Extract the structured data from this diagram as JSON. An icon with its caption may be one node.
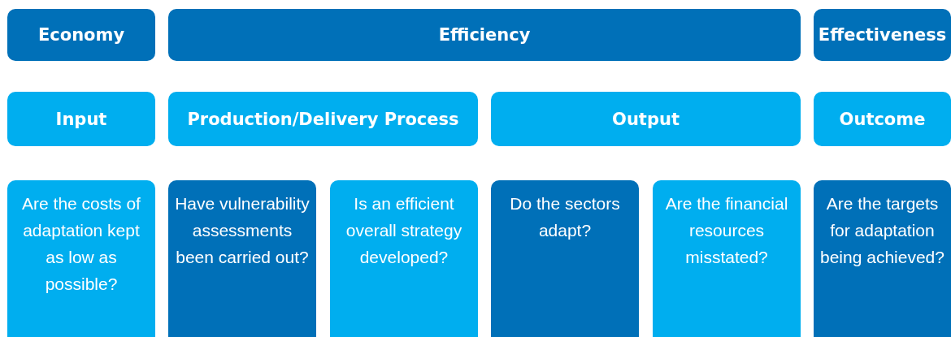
{
  "diagram": {
    "nodes": [
      {
        "text": [
          "Economy"
        ]
      },
      {
        "text": [
          "Efficiency"
        ]
      },
      {
        "text": [
          "Effectiveness"
        ]
      },
      {
        "text": [
          "Input"
        ]
      },
      {
        "text": [
          "Production/Delivery Process"
        ]
      },
      {
        "text": [
          "Output"
        ]
      },
      {
        "text": [
          "Outcome"
        ]
      },
      {
        "text": [
          "Are the costs of adaptation kept as low as possible?"
        ]
      },
      {
        "text": [
          "Have vulnerability assessments been carried out?"
        ]
      },
      {
        "text": [
          "Is an efficient overall strategy developed?"
        ]
      },
      {
        "text": [
          "Do the sectors adapt?"
        ]
      },
      {
        "text": [
          "Are the financial resources misstated?"
        ]
      },
      {
        "text": [
          "Are the targets for adaptation being achieved?"
        ]
      }
    ]
  }
}
